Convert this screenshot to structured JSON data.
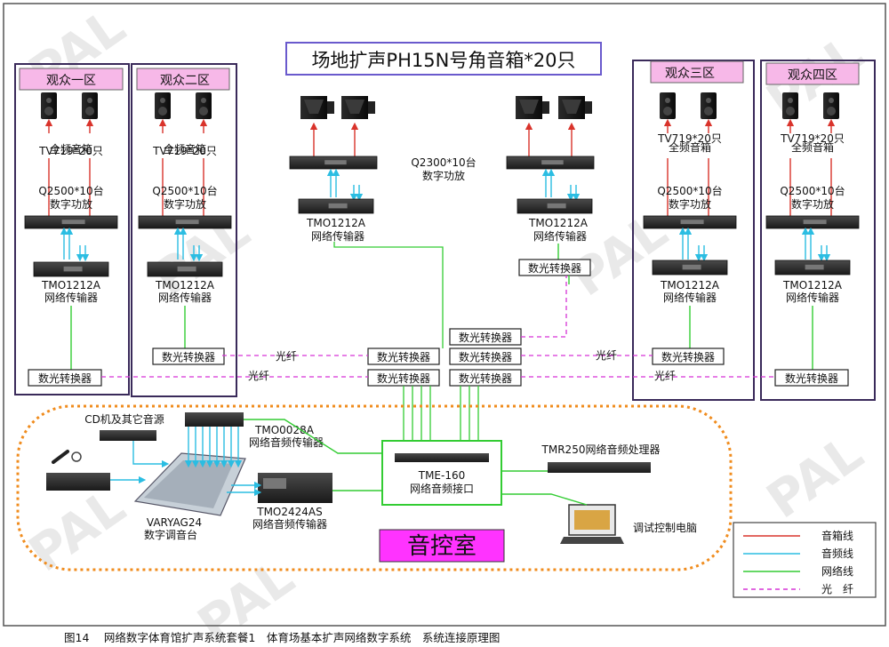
{
  "watermark": "PAL",
  "banner": {
    "title": "场地扩声PH15N号角音箱*20只"
  },
  "zones": [
    {
      "name": "观众一区",
      "speaker": "TV719*20只",
      "speaker_desc": "全频音箱",
      "amp": "Q2500*10台",
      "amp_desc": "数字功放",
      "transmitter": "TMO1212A",
      "transmitter_desc": "网络传输器",
      "converter": "数光转换器"
    },
    {
      "name": "观众二区",
      "speaker": "TV719*20只",
      "speaker_desc": "全频音箱",
      "amp": "Q2500*10台",
      "amp_desc": "数字功放",
      "transmitter": "TMO1212A",
      "transmitter_desc": "网络传输器",
      "converter": "数光转换器"
    },
    {
      "name": "观众三区",
      "speaker": "TV719*20只",
      "speaker_desc": "全频音箱",
      "amp": "Q2500*10台",
      "amp_desc": "数字功放",
      "transmitter": "TMO1212A",
      "transmitter_desc": "网络传输器",
      "converter": "数光转换器"
    },
    {
      "name": "观众四区",
      "speaker": "TV719*20只",
      "speaker_desc": "全频音箱",
      "amp": "Q2500*10台",
      "amp_desc": "数字功放",
      "transmitter": "TMO1212A",
      "transmitter_desc": "网络传输器",
      "converter": "数光转换器"
    }
  ],
  "field": {
    "amp_label": "Q2300*10台",
    "amp_desc": "数字功放",
    "left_transmitter": "TMO1212A",
    "left_transmitter_desc": "网络传输器",
    "right_transmitter": "TMO1212A",
    "right_transmitter_desc": "网络传输器",
    "right_converter": "数光转换器"
  },
  "hub_converters": [
    "数光转换器",
    "数光转换器",
    "数光转换器",
    "数光转换器",
    "数光转换器"
  ],
  "fiber_labels": [
    "光纤",
    "光纤",
    "光纤",
    "光纤"
  ],
  "control_room": {
    "title": "音控室",
    "cd_label": "CD机及其它音源",
    "tmo0028_label": "TMO0028A",
    "tmo0028_desc": "网络音频传输器",
    "tme_label": "TME-160",
    "tme_desc": "网络音频接口",
    "tmr_label": "TMR250网络音频处理器",
    "console_label": "VARYAG24",
    "console_desc": "数字调音台",
    "tmo2424_label": "TMO2424AS",
    "tmo2424_desc": "网络音频传输器",
    "pc_label": "调试控制电脑"
  },
  "legend": [
    {
      "label": "音箱线",
      "color": "#d9332b",
      "dashed": false
    },
    {
      "label": "音频线",
      "color": "#2bbde2",
      "dashed": false
    },
    {
      "label": "网络线",
      "color": "#33cc33",
      "dashed": false
    },
    {
      "label": "光　纤",
      "color": "#d633d6",
      "dashed": true
    }
  ],
  "caption": "图14　 网络数字体育馆扩声系统套餐1　体育场基本扩声网络数字系统　系统连接原理图",
  "colors": {
    "speaker_line": "#d9332b",
    "audio_line": "#2bbde2",
    "network_line": "#33cc33",
    "fiber_line": "#d633d6",
    "zone_header": "#f7b8e8",
    "zone_border": "#3a2a5a",
    "banner_border": "#6a5acd",
    "control_room_title_bg": "#ff33ff",
    "control_room_border": "#f08c1e"
  }
}
